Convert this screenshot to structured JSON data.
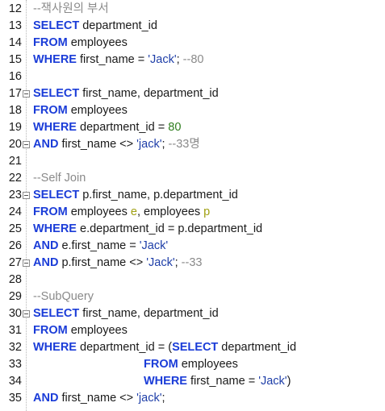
{
  "editor": {
    "lines": [
      {
        "num": "12",
        "fold": false,
        "indent": "",
        "tokens": [
          {
            "t": "cm",
            "v": "--잭사원의 부서"
          }
        ]
      },
      {
        "num": "13",
        "fold": false,
        "indent": "",
        "tokens": [
          {
            "t": "kw",
            "v": "SELECT"
          },
          {
            "t": "pl",
            "v": " department_id"
          }
        ]
      },
      {
        "num": "14",
        "fold": false,
        "indent": "",
        "tokens": [
          {
            "t": "kw",
            "v": "FROM"
          },
          {
            "t": "pl",
            "v": " employees"
          }
        ]
      },
      {
        "num": "15",
        "fold": false,
        "indent": "",
        "tokens": [
          {
            "t": "kw",
            "v": "WHERE"
          },
          {
            "t": "pl",
            "v": " first_name = "
          },
          {
            "t": "st",
            "v": "'Jack'"
          },
          {
            "t": "pl",
            "v": "; "
          },
          {
            "t": "cm",
            "v": "--80"
          }
        ]
      },
      {
        "num": "16",
        "fold": false,
        "indent": "",
        "tokens": []
      },
      {
        "num": "17",
        "fold": true,
        "indent": "",
        "tokens": [
          {
            "t": "kw",
            "v": "SELECT"
          },
          {
            "t": "pl",
            "v": " first_name, department_id"
          }
        ]
      },
      {
        "num": "18",
        "fold": false,
        "indent": "",
        "tokens": [
          {
            "t": "kw",
            "v": "FROM"
          },
          {
            "t": "pl",
            "v": " employees"
          }
        ]
      },
      {
        "num": "19",
        "fold": false,
        "indent": "",
        "tokens": [
          {
            "t": "kw",
            "v": "WHERE"
          },
          {
            "t": "pl",
            "v": " department_id = "
          },
          {
            "t": "nm",
            "v": "80"
          }
        ]
      },
      {
        "num": "20",
        "fold": true,
        "indent": "",
        "tokens": [
          {
            "t": "kw",
            "v": "AND"
          },
          {
            "t": "pl",
            "v": " first_name <> "
          },
          {
            "t": "st",
            "v": "'jack'"
          },
          {
            "t": "pl",
            "v": "; "
          },
          {
            "t": "cm",
            "v": "--33명"
          }
        ]
      },
      {
        "num": "21",
        "fold": false,
        "indent": "",
        "tokens": []
      },
      {
        "num": "22",
        "fold": false,
        "indent": "",
        "tokens": [
          {
            "t": "cm",
            "v": "--Self Join"
          }
        ]
      },
      {
        "num": "23",
        "fold": true,
        "indent": "",
        "tokens": [
          {
            "t": "kw",
            "v": "SELECT"
          },
          {
            "t": "pl",
            "v": " p.first_name, p.department_id"
          }
        ]
      },
      {
        "num": "24",
        "fold": false,
        "indent": "",
        "tokens": [
          {
            "t": "kw",
            "v": "FROM"
          },
          {
            "t": "pl",
            "v": " employees "
          },
          {
            "t": "al",
            "v": "e"
          },
          {
            "t": "pl",
            "v": ", employees "
          },
          {
            "t": "al",
            "v": "p"
          }
        ]
      },
      {
        "num": "25",
        "fold": false,
        "indent": "",
        "tokens": [
          {
            "t": "kw",
            "v": "WHERE"
          },
          {
            "t": "pl",
            "v": " e.department_id = p.department_id"
          }
        ]
      },
      {
        "num": "26",
        "fold": false,
        "indent": "",
        "tokens": [
          {
            "t": "kw",
            "v": "AND"
          },
          {
            "t": "pl",
            "v": " e.first_name = "
          },
          {
            "t": "st",
            "v": "'Jack'"
          }
        ]
      },
      {
        "num": "27",
        "fold": true,
        "indent": "",
        "tokens": [
          {
            "t": "kw",
            "v": "AND"
          },
          {
            "t": "pl",
            "v": " p.first_name <> "
          },
          {
            "t": "st",
            "v": "'Jack'"
          },
          {
            "t": "pl",
            "v": "; "
          },
          {
            "t": "cm",
            "v": "--33"
          }
        ]
      },
      {
        "num": "28",
        "fold": false,
        "indent": "",
        "tokens": []
      },
      {
        "num": "29",
        "fold": false,
        "indent": "",
        "tokens": [
          {
            "t": "cm",
            "v": "--SubQuery"
          }
        ]
      },
      {
        "num": "30",
        "fold": true,
        "indent": "",
        "tokens": [
          {
            "t": "kw",
            "v": "SELECT"
          },
          {
            "t": "pl",
            "v": " first_name, department_id"
          }
        ]
      },
      {
        "num": "31",
        "fold": false,
        "indent": "",
        "tokens": [
          {
            "t": "kw",
            "v": "FROM"
          },
          {
            "t": "pl",
            "v": " employees"
          }
        ]
      },
      {
        "num": "32",
        "fold": false,
        "indent": "",
        "tokens": [
          {
            "t": "kw",
            "v": "WHERE"
          },
          {
            "t": "pl",
            "v": " department_id = ("
          },
          {
            "t": "kw",
            "v": "SELECT"
          },
          {
            "t": "pl",
            "v": " department_id"
          }
        ]
      },
      {
        "num": "33",
        "fold": false,
        "indent": "                                  ",
        "tokens": [
          {
            "t": "kw",
            "v": "FROM"
          },
          {
            "t": "pl",
            "v": " employees"
          }
        ]
      },
      {
        "num": "34",
        "fold": false,
        "indent": "                                  ",
        "tokens": [
          {
            "t": "kw",
            "v": "WHERE"
          },
          {
            "t": "pl",
            "v": " first_name = "
          },
          {
            "t": "st",
            "v": "'Jack'"
          },
          {
            "t": "pl",
            "v": ")"
          }
        ]
      },
      {
        "num": "35",
        "fold": false,
        "indent": "",
        "tokens": [
          {
            "t": "kw",
            "v": "AND"
          },
          {
            "t": "pl",
            "v": " first_name <> "
          },
          {
            "t": "st",
            "v": "'jack'"
          },
          {
            "t": "pl",
            "v": ";"
          }
        ]
      }
    ]
  }
}
